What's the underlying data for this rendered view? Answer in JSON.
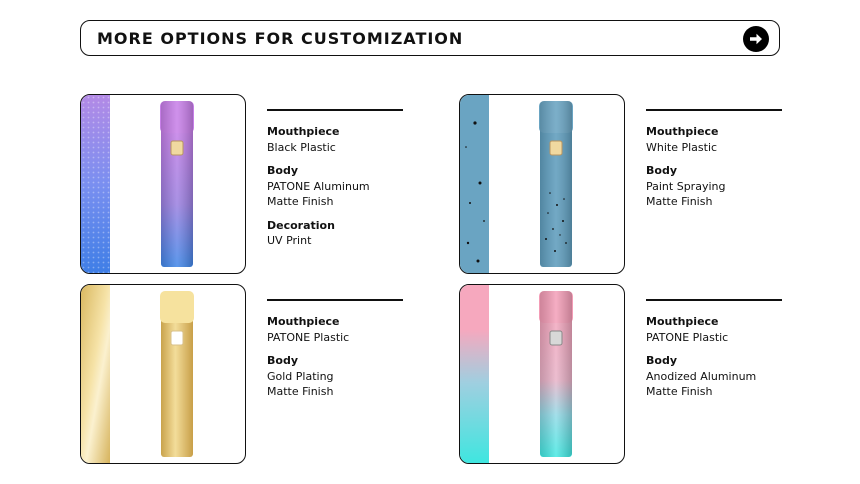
{
  "header": {
    "title": "MORE OPTIONS FOR CUSTOMIZATION",
    "arrow_icon": "arrow-right-circle-icon"
  },
  "options": [
    {
      "specs": [
        {
          "label": "Mouthpiece",
          "lines": [
            "Black Plastic"
          ]
        },
        {
          "label": "Body",
          "lines": [
            "PATONE Aluminum",
            "Matte Finish"
          ]
        },
        {
          "label": "Decoration",
          "lines": [
            "UV Print"
          ]
        }
      ],
      "colors": {
        "top": "#c77ee8",
        "bottom": "#3f7ee6"
      }
    },
    {
      "specs": [
        {
          "label": "Mouthpiece",
          "lines": [
            "White Plastic"
          ]
        },
        {
          "label": "Body",
          "lines": [
            "Paint Spraying",
            "Matte Finish"
          ]
        }
      ],
      "colors": {
        "top": "#6aa4c2",
        "bottom": "#5f9dbd"
      }
    },
    {
      "specs": [
        {
          "label": "Mouthpiece",
          "lines": [
            "PATONE Plastic"
          ]
        },
        {
          "label": "Body",
          "lines": [
            "Gold Plating",
            "Matte Finish"
          ]
        }
      ],
      "colors": {
        "top": "#f1d78a",
        "bottom": "#d8b860"
      }
    },
    {
      "specs": [
        {
          "label": "Mouthpiece",
          "lines": [
            "PATONE Plastic"
          ]
        },
        {
          "label": "Body",
          "lines": [
            "Anodized Aluminum",
            "Matte Finish"
          ]
        }
      ],
      "colors": {
        "top": "#f6a8be",
        "bottom": "#3fe6e0"
      }
    }
  ]
}
